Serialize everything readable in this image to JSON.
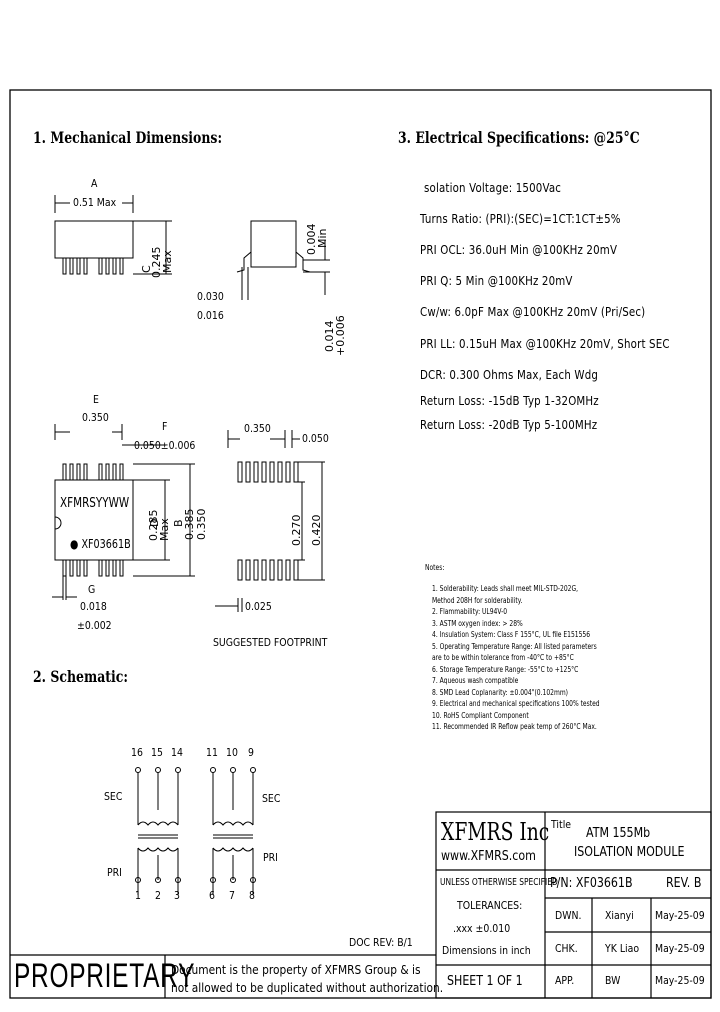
{
  "section_mech": "1. Mechanical Dimensions:",
  "section_elec": "3. Electrical Specifications: @25°C",
  "section_schem": "2. Schematic:",
  "specs": [
    "solation Voltage: 1500Vac",
    "Turns Ratio: (PRI):(SEC)=1CT:1CT±5%",
    "PRI OCL: 36.0uH Min @100KHz 20mV",
    "PRI Q: 5 Min @100KHz 20mV",
    "Cw/w: 6.0pF Max @100KHz 20mV (Pri/Sec)",
    "PRI LL: 0.15uH Max @100KHz 20mV, Short SEC",
    "DCR: 0.300 Ohms Max, Each Wdg",
    "Return Loss:  -15dB Typ 1-32OMHz",
    "Return Loss:  -20dB Typ 5-100MHz"
  ],
  "dims": {
    "A": "A",
    "A_val": "0.51  Max",
    "C": "C",
    "C_val": "0.245",
    "C_max": "Max",
    "top_val": "0.004",
    "top_min": "Min",
    "d030": "0.030",
    "d016": "0.016",
    "d014": "0.014",
    "d006": "+0.006",
    "E": "E",
    "E_val": "0.350",
    "F": "F",
    "F_val": "0.050±0.006",
    "part_mark1": "XFMRSYYWW",
    "part_mark2": "XF03661B",
    "D": "D",
    "D_val": "0.285",
    "D_max": "Max",
    "B": "B",
    "d385": "0.385",
    "d350v": "0.350",
    "G": "G",
    "G_val": "0.018",
    "G_tol": "±0.002",
    "fp_350": "0.350",
    "fp_050": "0.050",
    "fp_270": "0.270",
    "fp_420": "0.420",
    "fp_025": "0.025",
    "fp_caption": "SUGGESTED FOOTPRINT"
  },
  "notes_title": "Notes:",
  "notes": [
    "1. Solderability: Leads shall meet MIL-STD-202G,",
    "    Method 208H for solderability.",
    "2. Flammability: UL94V-0",
    "3. ASTM oxygen index: > 28%",
    "4. Insulation System: Class F 155°C, UL file E151556",
    "5. Operating Temperature Range: All listed parameters",
    "    are to be within tolerance from -40°C to +85°C",
    "6. Storage Temperature Range: -55°C to +125°C",
    "7. Aqueous wash compatible",
    "8. SMD Lead Coplanarity: ±0.004\"(0.102mm)",
    "9. Electrical and mechanical specifications 100% tested",
    "10. RoHS Compliant Component",
    "11. Recommended IR Reflow peak temp of 260°C Max."
  ],
  "schematic": {
    "top_pins_left": [
      "16",
      "15",
      "14"
    ],
    "top_pins_right": [
      "11",
      "10",
      "9"
    ],
    "bot_pins_left": [
      "1",
      "2",
      "3"
    ],
    "bot_pins_right": [
      "6",
      "7",
      "8"
    ],
    "sec_left": "SEC",
    "sec_right": "SEC",
    "pri_left": "PRI",
    "pri_right": "PRI"
  },
  "doc_rev": "DOC REV: B/1",
  "proprietary": "PROPRIETARY",
  "proprietary_text1": "Document is the property of XFMRS Group & is",
  "proprietary_text2": "not allowed to be duplicated without authorization.",
  "title_block": {
    "company": "XFMRS Inc",
    "website": "www.XFMRS.com",
    "title_label": "Title",
    "title_line1": "ATM 155Mb",
    "title_line2": "ISOLATION MODULE",
    "unless": "UNLESS OTHERWISE SPECIFIED",
    "tolerances": "TOLERANCES:",
    "tol_val": ".xxx ±0.010",
    "dims_in": "Dimensions in inch",
    "pn": "P/N: XF03661B",
    "rev": "REV. B",
    "dwn_label": "DWN.",
    "dwn_name": "Xianyi",
    "dwn_date": "May-25-09",
    "chk_label": "CHK.",
    "chk_name": "YK Liao",
    "chk_date": "May-25-09",
    "app_label": "APP.",
    "app_name": "BW",
    "app_date": "May-25-09",
    "sheet": "SHEET  1  OF  1"
  }
}
